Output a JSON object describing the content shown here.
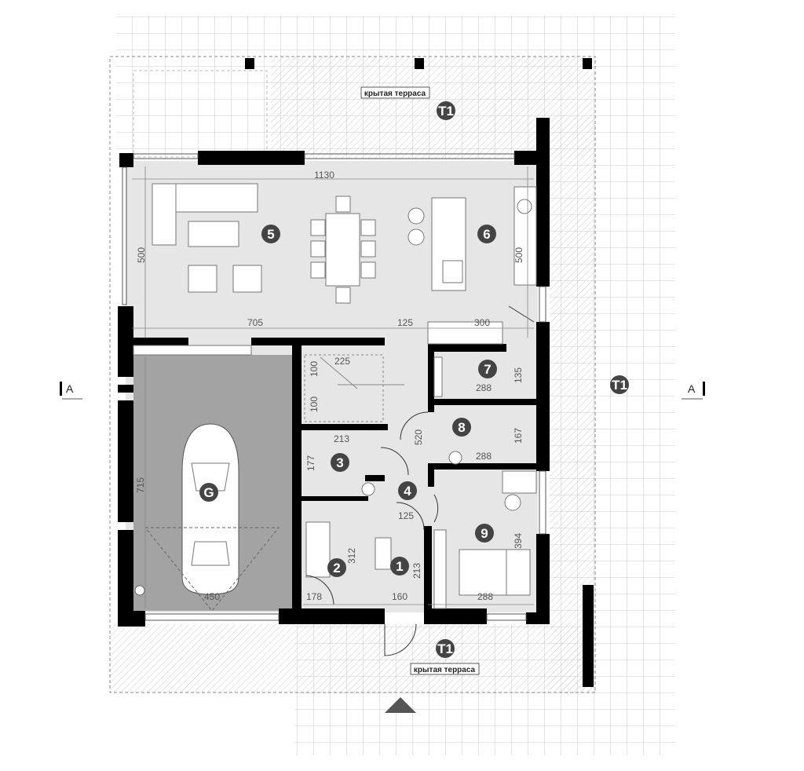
{
  "plan": {
    "terrace_labels": [
      "крытая терраса",
      "крытая терраса"
    ],
    "terrace_codes": [
      "T1",
      "T1",
      "T1"
    ],
    "section_marks": [
      "A",
      "A"
    ],
    "rooms": [
      {
        "id": "5"
      },
      {
        "id": "6"
      },
      {
        "id": "7"
      },
      {
        "id": "8"
      },
      {
        "id": "3"
      },
      {
        "id": "4"
      },
      {
        "id": "9"
      },
      {
        "id": "2"
      },
      {
        "id": "1"
      },
      {
        "id": "G"
      }
    ],
    "dimensions": [
      "1130",
      "500",
      "500",
      "705",
      "125",
      "300",
      "225",
      "100",
      "100",
      "288",
      "135",
      "213",
      "177",
      "520",
      "288",
      "167",
      "125",
      "312",
      "394",
      "213",
      "178",
      "160",
      "288",
      "715",
      "450"
    ]
  }
}
